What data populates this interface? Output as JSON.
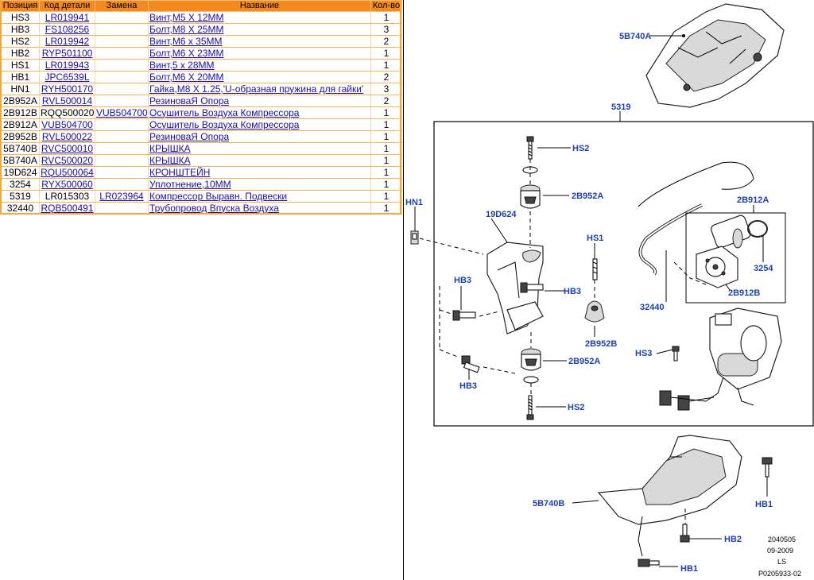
{
  "table": {
    "headers": [
      "Позиция",
      "Код детали",
      "Замена",
      "Название",
      "Кол-во"
    ],
    "rows": [
      {
        "pos": "HS3",
        "code": "LR019941",
        "code_link": true,
        "rep": "",
        "name": "Винт,М5 X 12ММ",
        "qty": "1"
      },
      {
        "pos": "HB3",
        "code": "FS108256",
        "code_link": true,
        "rep": "",
        "name": "Болт,М8 X 25ММ",
        "qty": "3"
      },
      {
        "pos": "HS2",
        "code": "LR019942",
        "code_link": true,
        "rep": "",
        "name": "Винт,М6 x 35ММ",
        "qty": "2"
      },
      {
        "pos": "HB2",
        "code": "RYP501100",
        "code_link": true,
        "rep": "",
        "name": "Болт,М6 X 23ММ",
        "qty": "1"
      },
      {
        "pos": "HS1",
        "code": "LR019943",
        "code_link": true,
        "rep": "",
        "name": "Винт,5 x 28ММ",
        "qty": "1"
      },
      {
        "pos": "HB1",
        "code": "JPC6539L",
        "code_link": true,
        "rep": "",
        "name": "Болт,М6 X 20ММ",
        "qty": "2"
      },
      {
        "pos": "HN1",
        "code": "RYH500170",
        "code_link": true,
        "rep": "",
        "name": "Гайка,М8 X 1.25,'U-образная пружина для гайки'",
        "qty": "3"
      },
      {
        "pos": "2B952A",
        "code": "RVL500014",
        "code_link": true,
        "rep": "",
        "name": "РезиноваЯ Опора",
        "qty": "2"
      },
      {
        "pos": "2B912B",
        "code": "RQQ500020",
        "code_link": false,
        "rep": "VUB504700",
        "name": "Осушитель Воздуха Компрессора",
        "qty": "1"
      },
      {
        "pos": "2B912A",
        "code": "VUB504700",
        "code_link": true,
        "rep": "",
        "name": "Осушитель Воздуха Компрессора",
        "qty": "1"
      },
      {
        "pos": "2B952B",
        "code": "RVL500022",
        "code_link": true,
        "rep": "",
        "name": "РезиноваЯ Опора",
        "qty": "1"
      },
      {
        "pos": "5B740B",
        "code": "RVC500010",
        "code_link": true,
        "rep": "",
        "name": "КРЫШКА",
        "qty": "1"
      },
      {
        "pos": "5B740A",
        "code": "RVC500020",
        "code_link": true,
        "rep": "",
        "name": "КРЫШКА",
        "qty": "1"
      },
      {
        "pos": "19D624",
        "code": "RQU500064",
        "code_link": true,
        "rep": "",
        "name": "КРОНШТЕЙН",
        "qty": "1"
      },
      {
        "pos": "3254",
        "code": "RYX500060",
        "code_link": true,
        "rep": "",
        "name": "Уплотнение,10ММ",
        "qty": "1"
      },
      {
        "pos": "5319",
        "code": "LR015303",
        "code_link": false,
        "rep": "LR023964",
        "name": "Компрессор Выравн. Подвески",
        "qty": "1"
      },
      {
        "pos": "32440",
        "code": "RQB500491",
        "code_link": true,
        "rep": "",
        "name": "Трубопровод Впуска Воздуха",
        "qty": "1"
      }
    ]
  },
  "diagram": {
    "labels": {
      "lbl_5B740A": "5B740A",
      "lbl_5319": "5319",
      "lbl_HS2_top": "HS2",
      "lbl_2B952A_top": "2B952A",
      "lbl_HN1": "HN1",
      "lbl_19D624": "19D624",
      "lbl_2B912A": "2B912A",
      "lbl_HS1": "HS1",
      "lbl_3254": "3254",
      "lbl_HB3_left": "HB3",
      "lbl_HB3_mid": "HB3",
      "lbl_2B912B": "2B912B",
      "lbl_32440": "32440",
      "lbl_2B952B": "2B952B",
      "lbl_HS3": "HS3",
      "lbl_2B952A_bot": "2B952A",
      "lbl_HB3_bot": "HB3",
      "lbl_HS2_bot": "HS2",
      "lbl_5B740B": "5B740B",
      "lbl_HB1_right": "HB1",
      "lbl_HB2": "HB2",
      "lbl_HB1_bot": "HB1"
    },
    "reference": [
      "2040505",
      "09-2009",
      "LS",
      "P0205933-02"
    ],
    "label_color": "#1f3fa8"
  },
  "colors": {
    "header_bg": "#f3891f",
    "row_border": "#f7b54a",
    "link": "#1a0dab"
  }
}
